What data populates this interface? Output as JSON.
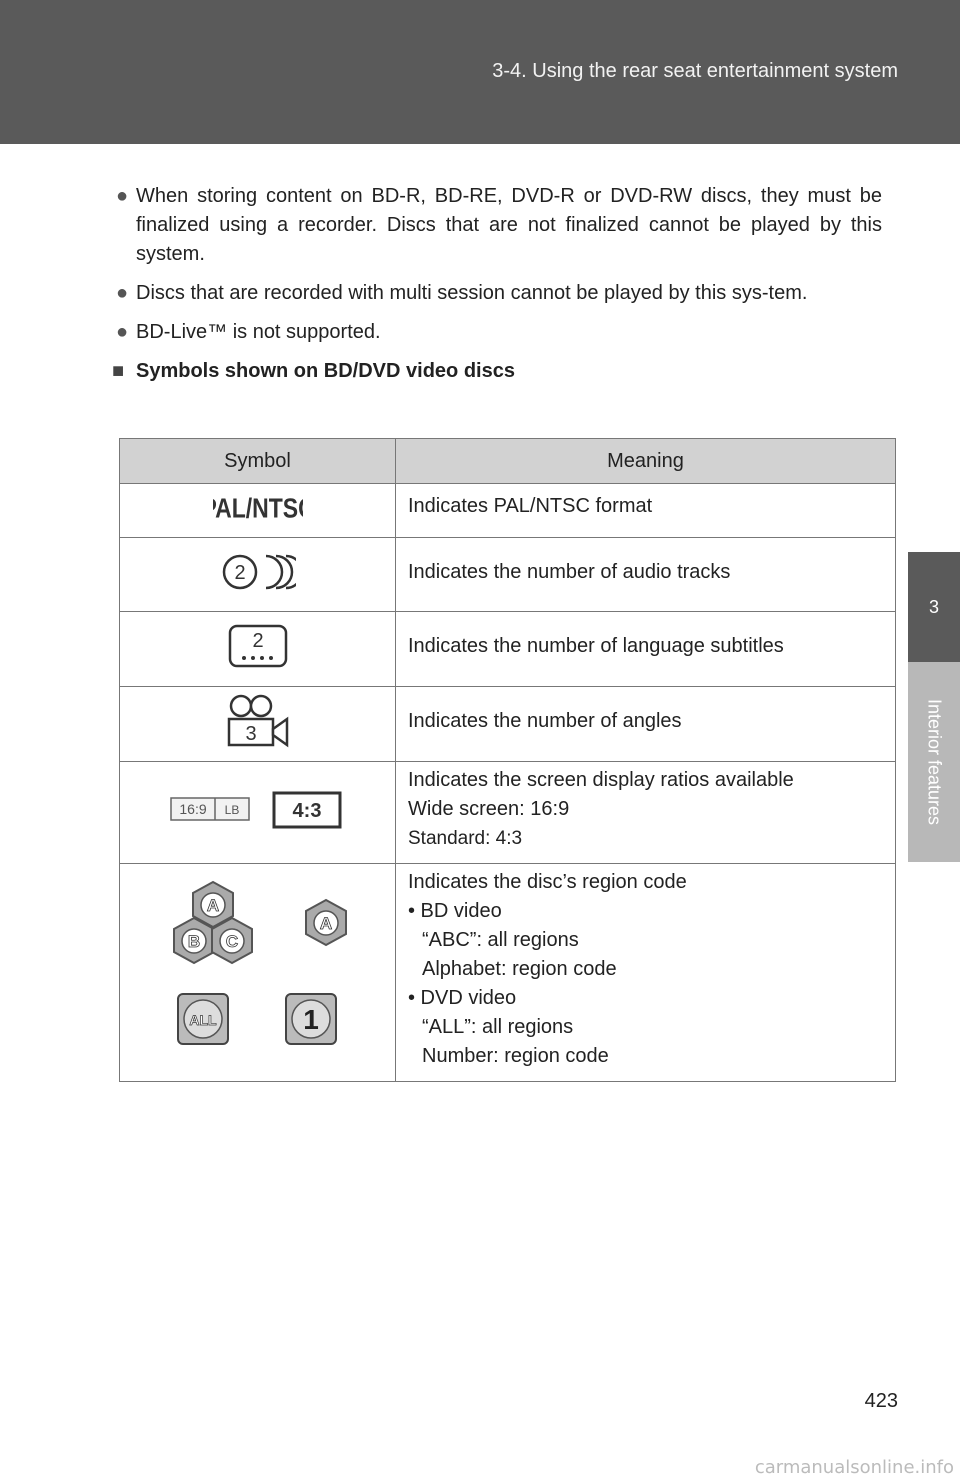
{
  "header": {
    "title": "3-4. Using the rear seat entertainment system"
  },
  "side_tab": {
    "number": "3",
    "label": "Interior features"
  },
  "bullets": [
    "When storing content on BD-R, BD-RE, DVD-R or DVD-RW discs, they must be finalized using a recorder. Discs that are not finalized cannot be played by this system.",
    "Discs that are recorded with multi session cannot be played by this sys-tem.",
    "BD-Live™ is not supported."
  ],
  "section_title": "Symbols shown on BD/DVD video discs",
  "table": {
    "headers": [
      "Symbol",
      "Meaning"
    ],
    "rows": [
      {
        "icon": "pal-ntsc-icon",
        "symbol_text": "PAL/NTSC",
        "meaning": [
          "Indicates PAL/NTSC format"
        ]
      },
      {
        "icon": "audio-tracks-icon",
        "symbol_text": "2",
        "meaning": [
          "Indicates the number of audio tracks"
        ]
      },
      {
        "icon": "subtitles-icon",
        "symbol_text": "2",
        "meaning": [
          "Indicates the number of language subtitles"
        ]
      },
      {
        "icon": "angles-camera-icon",
        "symbol_text": "3",
        "meaning": [
          "Indicates the number of angles"
        ]
      },
      {
        "icon": "aspect-ratio-icon",
        "symbol_text": [
          "16:9",
          "LB",
          "4:3"
        ],
        "meaning": [
          "Indicates the screen display ratios available",
          "Wide screen: 16:9",
          "Standard: 4:3"
        ]
      },
      {
        "icon": "region-code-icon",
        "symbol_text": [
          "A",
          "B",
          "C",
          "A",
          "ALL",
          "1"
        ],
        "meaning": [
          "Indicates the disc’s region code",
          "• BD video",
          "“ABC”: all regions",
          "Alphabet: region code",
          "• DVD video",
          "“ALL”: all regions",
          "Number: region code"
        ]
      }
    ]
  },
  "page_number": "423",
  "watermark": "carmanualsonline.info"
}
